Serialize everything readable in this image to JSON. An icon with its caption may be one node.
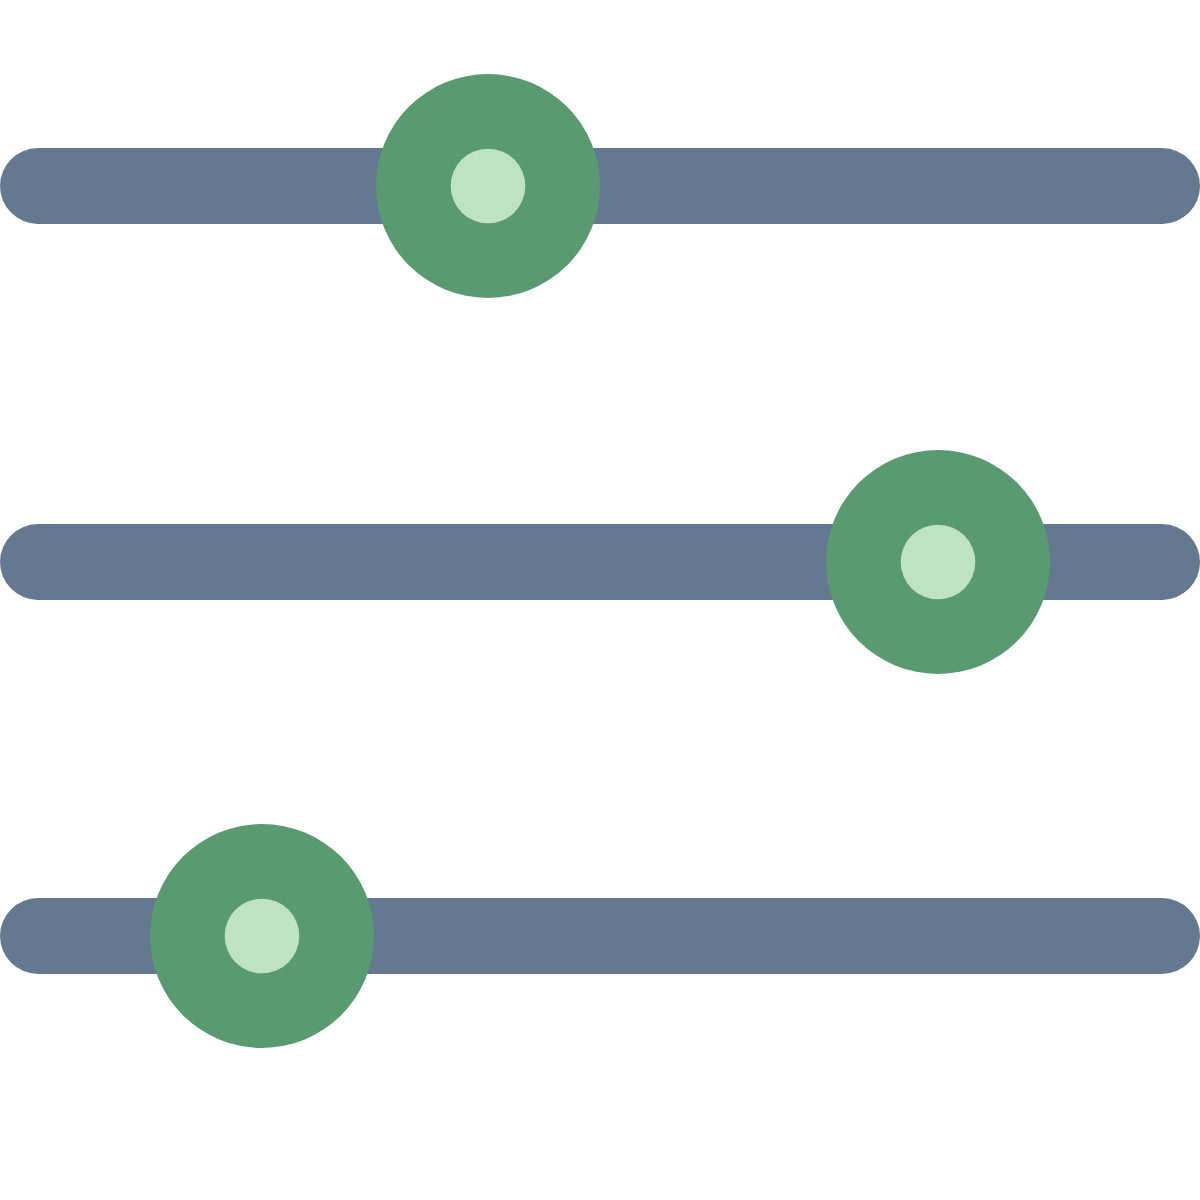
{
  "diagram": {
    "nodes": [
      {
        "text": [],
        "shape": "bar"
      },
      {
        "text": [],
        "shape": "circle"
      },
      {
        "text": [],
        "shape": "bar"
      },
      {
        "text": [],
        "shape": "circle"
      },
      {
        "text": [],
        "shape": "bar"
      },
      {
        "text": [],
        "shape": "circle"
      }
    ]
  }
}
